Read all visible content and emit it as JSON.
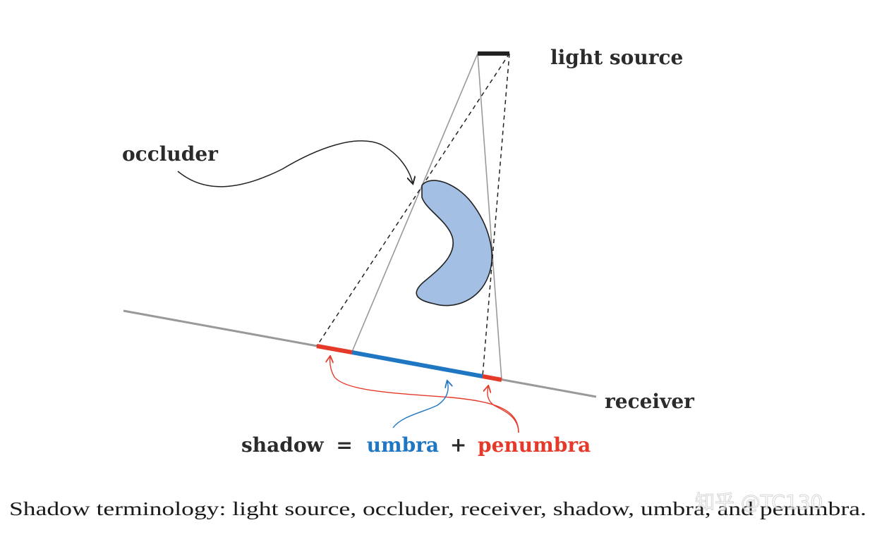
{
  "labels": {
    "light_source": "light source",
    "occluder": "occluder",
    "receiver": "receiver"
  },
  "equation": {
    "shadow": "shadow",
    "equals": "=",
    "umbra": "umbra",
    "plus": "+",
    "penumbra": "penumbra"
  },
  "caption": "Shadow terminology: light source, occluder, receiver, shadow, umbra, and penumbra.",
  "watermark": "知乎 @TC130",
  "colors": {
    "umbra": "#1f77c4",
    "penumbra": "#e53a2a",
    "occluder_fill": "#a3bfe3",
    "receiver_line": "#999999",
    "light_source": "#222222",
    "label_text": "#2b2b2b"
  }
}
